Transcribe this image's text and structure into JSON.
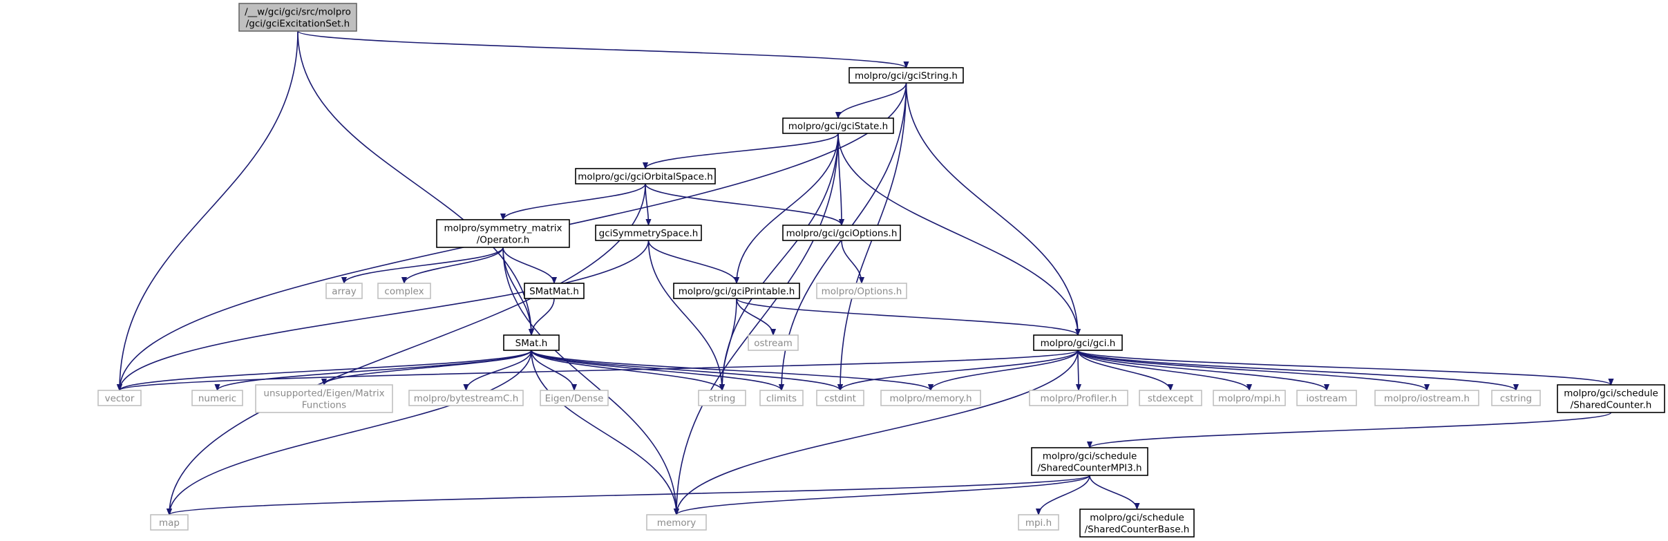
{
  "nodes": [
    {
      "id": "root",
      "lines": [
        "/__w/gci/gci/src/molpro",
        "/gci/gciExcitationSet.h"
      ]
    },
    {
      "id": "gciString",
      "lines": [
        "molpro/gci/gciString.h"
      ]
    },
    {
      "id": "gciState",
      "lines": [
        "molpro/gci/gciState.h"
      ]
    },
    {
      "id": "gciOrbitalSpace",
      "lines": [
        "molpro/gci/gciOrbitalSpace.h"
      ]
    },
    {
      "id": "operator",
      "lines": [
        "molpro/symmetry_matrix",
        "/Operator.h"
      ]
    },
    {
      "id": "gciSymmetrySpace",
      "lines": [
        "gciSymmetrySpace.h"
      ]
    },
    {
      "id": "gciOptions",
      "lines": [
        "molpro/gci/gciOptions.h"
      ]
    },
    {
      "id": "options",
      "lines": [
        "molpro/Options.h"
      ]
    },
    {
      "id": "array",
      "lines": [
        "array"
      ]
    },
    {
      "id": "complex",
      "lines": [
        "complex"
      ]
    },
    {
      "id": "smatmat",
      "lines": [
        "SMatMat.h"
      ]
    },
    {
      "id": "gciPrintable",
      "lines": [
        "molpro/gci/gciPrintable.h"
      ]
    },
    {
      "id": "ostream",
      "lines": [
        "ostream"
      ]
    },
    {
      "id": "smat",
      "lines": [
        "SMat.h"
      ]
    },
    {
      "id": "gci",
      "lines": [
        "molpro/gci/gci.h"
      ]
    },
    {
      "id": "vector",
      "lines": [
        "vector"
      ]
    },
    {
      "id": "numeric",
      "lines": [
        "numeric"
      ]
    },
    {
      "id": "eigenMatrix",
      "lines": [
        "unsupported/Eigen/Matrix",
        "Functions"
      ]
    },
    {
      "id": "bytestream",
      "lines": [
        "molpro/bytestreamC.h"
      ]
    },
    {
      "id": "eigenDense",
      "lines": [
        "Eigen/Dense"
      ]
    },
    {
      "id": "string",
      "lines": [
        "string"
      ]
    },
    {
      "id": "climits",
      "lines": [
        "climits"
      ]
    },
    {
      "id": "cstdint",
      "lines": [
        "cstdint"
      ]
    },
    {
      "id": "molproMemory",
      "lines": [
        "molpro/memory.h"
      ]
    },
    {
      "id": "profiler",
      "lines": [
        "molpro/Profiler.h"
      ]
    },
    {
      "id": "stdexcept",
      "lines": [
        "stdexcept"
      ]
    },
    {
      "id": "mpi_h_molpro",
      "lines": [
        "molpro/mpi.h"
      ]
    },
    {
      "id": "iostream",
      "lines": [
        "iostream"
      ]
    },
    {
      "id": "molproIostream",
      "lines": [
        "molpro/iostream.h"
      ]
    },
    {
      "id": "cstring",
      "lines": [
        "cstring"
      ]
    },
    {
      "id": "sharedCounter",
      "lines": [
        "molpro/gci/schedule",
        "/SharedCounter.h"
      ]
    },
    {
      "id": "sharedCounterMPI3",
      "lines": [
        "molpro/gci/schedule",
        "/SharedCounterMPI3.h"
      ]
    },
    {
      "id": "map",
      "lines": [
        "map"
      ]
    },
    {
      "id": "memory",
      "lines": [
        "memory"
      ]
    },
    {
      "id": "mpi",
      "lines": [
        "mpi.h"
      ]
    },
    {
      "id": "sharedCounterBase",
      "lines": [
        "molpro/gci/schedule",
        "/SharedCounterBase.h"
      ]
    }
  ],
  "edges": [
    [
      "root",
      "vector"
    ],
    [
      "root",
      "smat"
    ],
    [
      "root",
      "gciString"
    ],
    [
      "gciString",
      "vector"
    ],
    [
      "gciString",
      "gciState"
    ],
    [
      "gciString",
      "climits"
    ],
    [
      "gciString",
      "cstdint"
    ],
    [
      "gciString",
      "gci"
    ],
    [
      "gciState",
      "memory"
    ],
    [
      "gciState",
      "gciOrbitalSpace"
    ],
    [
      "gciState",
      "gciPrintable"
    ],
    [
      "gciState",
      "gciOptions"
    ],
    [
      "gciState",
      "string"
    ],
    [
      "gciState",
      "gci"
    ],
    [
      "gciOrbitalSpace",
      "map"
    ],
    [
      "gciOrbitalSpace",
      "operator"
    ],
    [
      "gciOrbitalSpace",
      "gciSymmetrySpace"
    ],
    [
      "gciOrbitalSpace",
      "gciOptions"
    ],
    [
      "operator",
      "array"
    ],
    [
      "operator",
      "complex"
    ],
    [
      "operator",
      "smat"
    ],
    [
      "operator",
      "smatmat"
    ],
    [
      "operator",
      "memory"
    ],
    [
      "gciSymmetrySpace",
      "vector"
    ],
    [
      "gciSymmetrySpace",
      "gciPrintable"
    ],
    [
      "gciSymmetrySpace",
      "string"
    ],
    [
      "gciOptions",
      "options"
    ],
    [
      "smatmat",
      "smat"
    ],
    [
      "gciPrintable",
      "string"
    ],
    [
      "gciPrintable",
      "ostream"
    ],
    [
      "gciPrintable",
      "gci"
    ],
    [
      "smat",
      "vector"
    ],
    [
      "smat",
      "numeric"
    ],
    [
      "smat",
      "eigenMatrix"
    ],
    [
      "smat",
      "bytestream"
    ],
    [
      "smat",
      "eigenDense"
    ],
    [
      "smat",
      "string"
    ],
    [
      "smat",
      "climits"
    ],
    [
      "smat",
      "cstdint"
    ],
    [
      "smat",
      "molproMemory"
    ],
    [
      "smat",
      "map"
    ],
    [
      "smat",
      "memory"
    ],
    [
      "gci",
      "vector"
    ],
    [
      "gci",
      "cstdint"
    ],
    [
      "gci",
      "molproMemory"
    ],
    [
      "gci",
      "profiler"
    ],
    [
      "gci",
      "stdexcept"
    ],
    [
      "gci",
      "mpi_h_molpro"
    ],
    [
      "gci",
      "iostream"
    ],
    [
      "gci",
      "molproIostream"
    ],
    [
      "gci",
      "cstring"
    ],
    [
      "gci",
      "sharedCounter"
    ],
    [
      "gci",
      "memory"
    ],
    [
      "sharedCounter",
      "sharedCounterMPI3"
    ],
    [
      "sharedCounterMPI3",
      "map"
    ],
    [
      "sharedCounterMPI3",
      "memory"
    ],
    [
      "sharedCounterMPI3",
      "mpi"
    ],
    [
      "sharedCounterMPI3",
      "sharedCounterBase"
    ]
  ]
}
